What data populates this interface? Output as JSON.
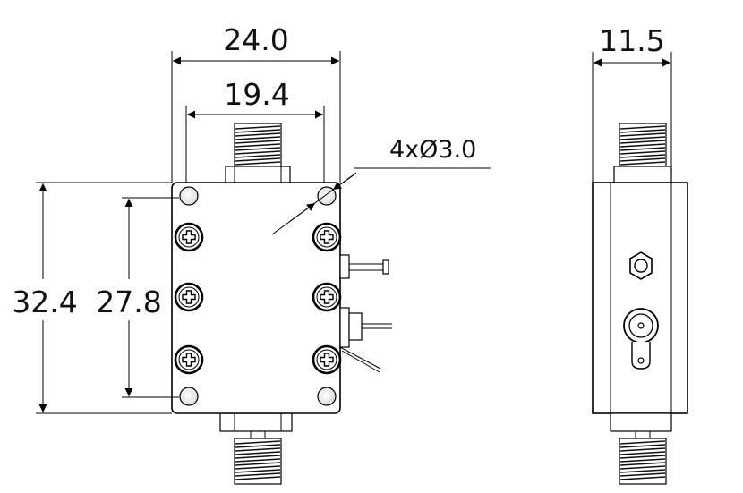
{
  "dimensions": {
    "overall_width": "24.0",
    "hole_spacing_width": "19.4",
    "overall_height": "32.4",
    "hole_spacing_height": "27.8",
    "hole_callout": "4xØ3.0",
    "depth": "11.5"
  }
}
